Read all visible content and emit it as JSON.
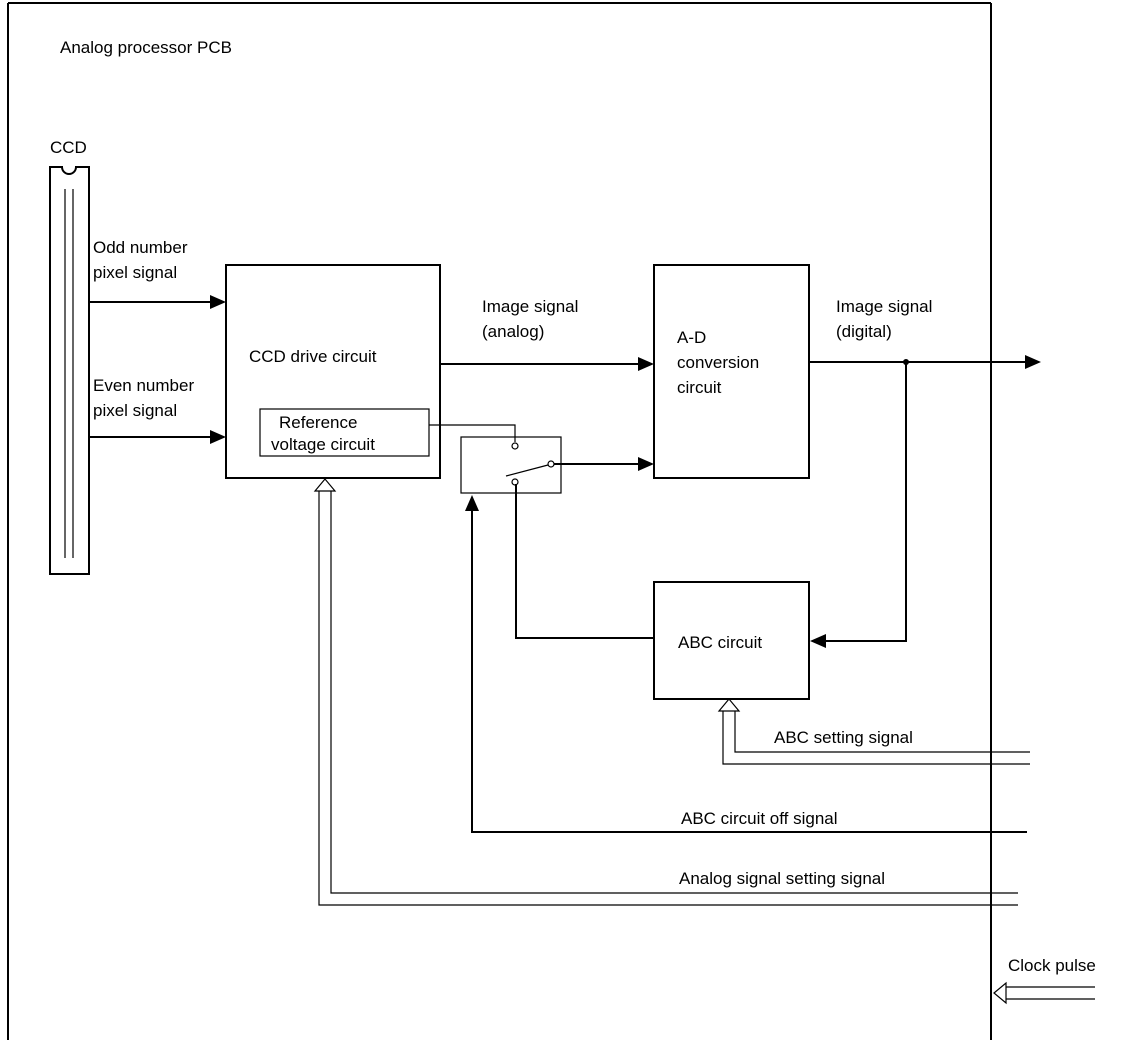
{
  "pcb_label": "Analog processor PCB",
  "ccd": {
    "label": "CCD"
  },
  "signals": {
    "odd": [
      "Odd number",
      "pixel signal"
    ],
    "even": [
      "Even number",
      "pixel signal"
    ],
    "image_analog": [
      "Image signal",
      "(analog)"
    ],
    "image_digital": [
      "Image signal",
      "(digital)"
    ],
    "abc_setting": "ABC setting signal",
    "abc_off": "ABC circuit off signal",
    "analog_setting": "Analog signal setting signal",
    "clock": "Clock pulse"
  },
  "blocks": {
    "ccd_drive": "CCD drive circuit",
    "reference_voltage": [
      "Reference",
      "voltage circuit"
    ],
    "ad_conversion": [
      "A-D",
      "conversion",
      "circuit"
    ],
    "abc": "ABC circuit"
  }
}
